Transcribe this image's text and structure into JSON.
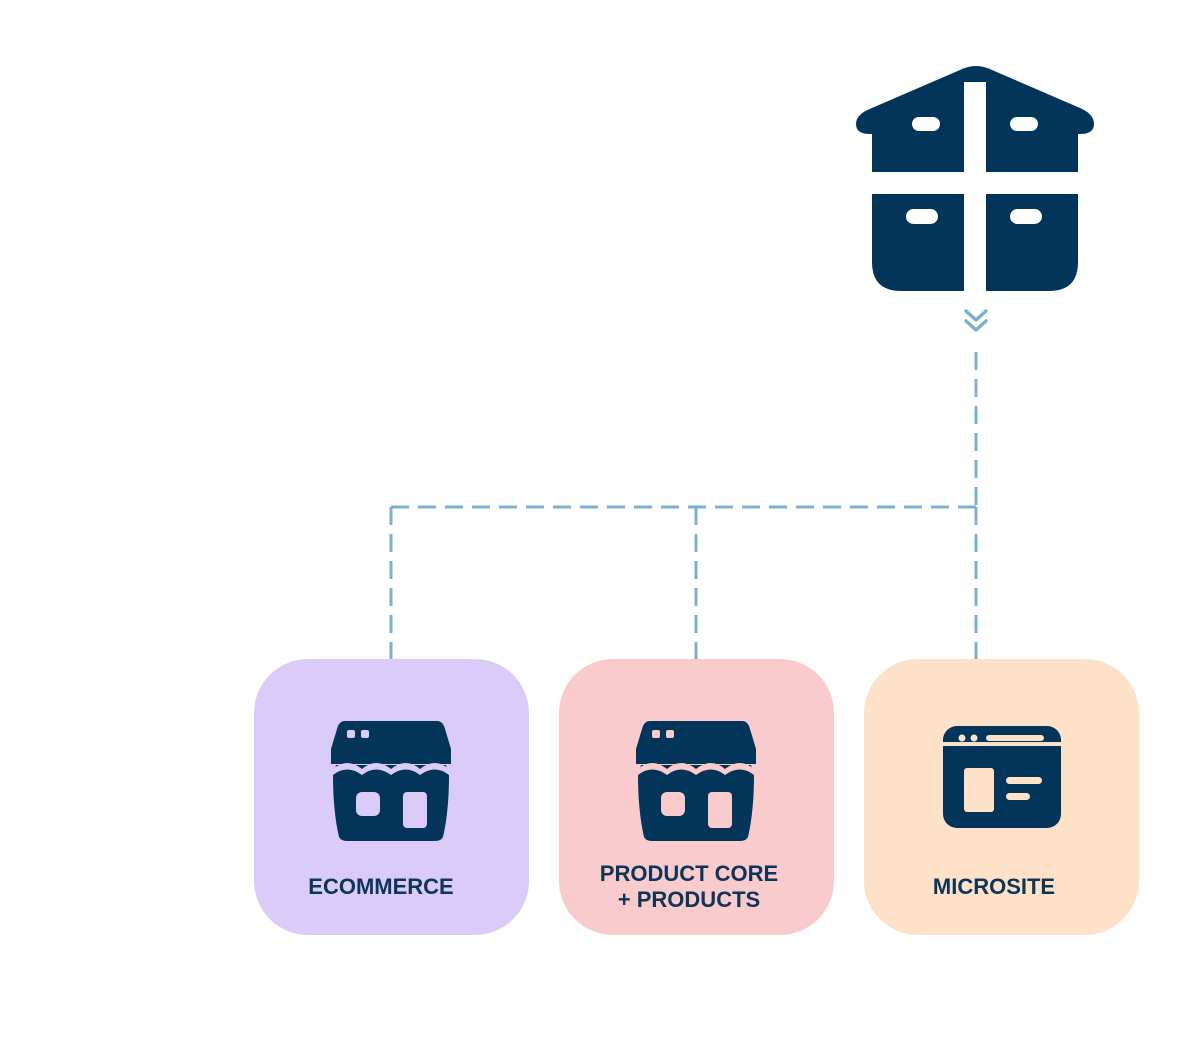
{
  "colors": {
    "navy": "#03345a",
    "connector": "#7fb1cb",
    "ecommerce_bg": "#dacbf9",
    "product_bg": "#facbcc",
    "microsite_bg": "#fde2c9"
  },
  "hub": {
    "icon": "warehouse-icon"
  },
  "cards": [
    {
      "icon": "storefront-icon",
      "label_lines": [
        "ECOMMERCE"
      ]
    },
    {
      "icon": "storefront-icon",
      "label_lines": [
        "PRODUCT CORE",
        "+ PRODUCTS"
      ]
    },
    {
      "icon": "browser-window-icon",
      "label_lines": [
        "MICROSITE"
      ]
    }
  ]
}
